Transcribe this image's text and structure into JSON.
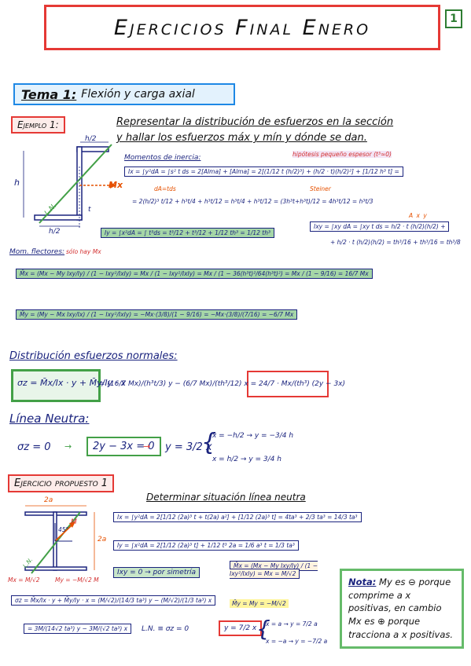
{
  "header": {
    "title": "Ejercicios Final Enero",
    "page_number": "1"
  },
  "tema": {
    "label": "Tema 1:",
    "topic": "Flexión y carga axial"
  },
  "ejemplo": {
    "label": "Ejemplo 1:",
    "statement_line1": "Representar la distribución de esfuerzos en la sección",
    "statement_line2": "y hallar los esfuerzos máx y mín y dónde se dan.",
    "hypothesis": "hipótesis pequeño espesor (t³≈0)",
    "moments_label": "Momentos de inercia:",
    "steiner": "Steiner",
    "dA_note": "dA=tds",
    "Ix_line1": "Ix = ∫y²dA = ∫s² t ds = 2[Alma] + [Alma] = 2[(1/12 t (h/2)³) + (h/2 · t)(h/2)²] + [1/12 h³ t] =",
    "Ix_line2": "= 2(h/2)³ t/12 + h³t/4 + h³t/12 = h³t/4 + h³t/12 = (3h³t+h³t)/12 = 4h³t/12 = h³t/3",
    "Iy_line": "Iy = ∫x²dA = ∫ t³ds = t³/12 + t³/12 + 1/12 th³ = 1/12 th³",
    "Ixy_line1": "Ixy = ∫xy dA = ∫xy t ds = h/2 · t (h/2)(h/2) +",
    "Ixy_line2": "+ h/2 · t (h/2)(h/2) = th³/16 + th³/16 = th³/8",
    "ixy_labels": [
      "A",
      "x",
      "y"
    ],
    "hom_label": "Mom. flectores:",
    "hom_note": "sólo hay Mx",
    "Mx_bar": "M̄x = (Mx − My Ixy/Iy) / (1 − Ixy²/IxIy) = Mx / (1 − Ixy²/IxIy) = Mx / (1 − 36(h³t)²/64(h³t)²) = Mx / (1 − 9/16) = 16/7 Mx",
    "My_bar": "M̄y = (My − Mx Ixy/Ix) / (1 − Ixy²/IxIy) = −Mx·(3/8)/(1 − 9/16) = −Mx·(3/8)/(7/16) = −6/7 Mx",
    "dist_label": "Distribución esfuerzos normales:",
    "sigma_formula": "σz = M̄x/Ix · y + M̄y/Iy · x",
    "sigma_result": "= (16/7 Mx)/(h³t/3) y − (6/7 Mx)/(th³/12) x = 24/7 · Mx/(th³) (2y − 3x)",
    "linea_label": "Línea Neutra:",
    "ln_eq1": "σz = 0",
    "ln_eq2": "2y − 3x = 0",
    "ln_eq3": "y = 3/2 x",
    "ln_case1": "x = −h/2 → y = −3/4 h",
    "ln_case2": "x = h/2 → y = 3/4 h",
    "fig_labels": {
      "h": "h",
      "h2_top": "h/2",
      "h2_bottom": "h/2",
      "t": "t",
      "Mx": "Mx",
      "LN": "L.N."
    }
  },
  "propuesto": {
    "label": "Ejercicio propuesto 1",
    "subtitle": "Determinar situación línea neutra",
    "Ix_line": "Ix = ∫y²dA = 2[1/12 (2a)³ t + t(2a) a²] + [1/12 (2a)³ t] = 4ta³ + 2/3 ta³ = 14/3 ta³",
    "Iy_line": "Iy = ∫x²dA = 2[1/12 (2a)³ t] + 1/12 t³ 2a = 1/6 a³ t = 1/3 ta³",
    "Ixy_line": "Ixy = 0 → por simetría",
    "Mx_bar": "M̄x = (Mx − My Ixy/Iy) / (1 − Ixy²/IxIy) = Mx = M/√2",
    "My_bar": "M̄y = My = −M/√2",
    "sigma_line": "σz = M̄x/Ix · y + M̄y/Iy · x = (M/√2)/(14/3 ta³) y − (M/√2)/(1/3 ta³) x",
    "sigma_line2": "= 3M/(14√2 ta³) y − 3M/(√2 ta³) x",
    "ln_line": "L.N. ≡ σz = 0",
    "ln_result": "y = 7/2 x",
    "ln_case1": "x = a → y = 7/2 a",
    "ln_case2": "x = −a → y = −7/2 a",
    "fig_labels": {
      "top": "2a",
      "side": "2a",
      "angle": "45°",
      "M": "M",
      "Mx": "Mx = M/√2",
      "My": "My = −M/√2 M",
      "LN": "L.N."
    }
  },
  "nota": {
    "label": "Nota:",
    "text": "My es ⊖ porque comprime a x positivas, en cambio Mx es ⊕ porque tracciona a x positivas."
  },
  "colors": {
    "ink": "#1a237e",
    "red": "#e53935",
    "green": "#43a047",
    "blue": "#1e88e5",
    "orange": "#e65100"
  }
}
